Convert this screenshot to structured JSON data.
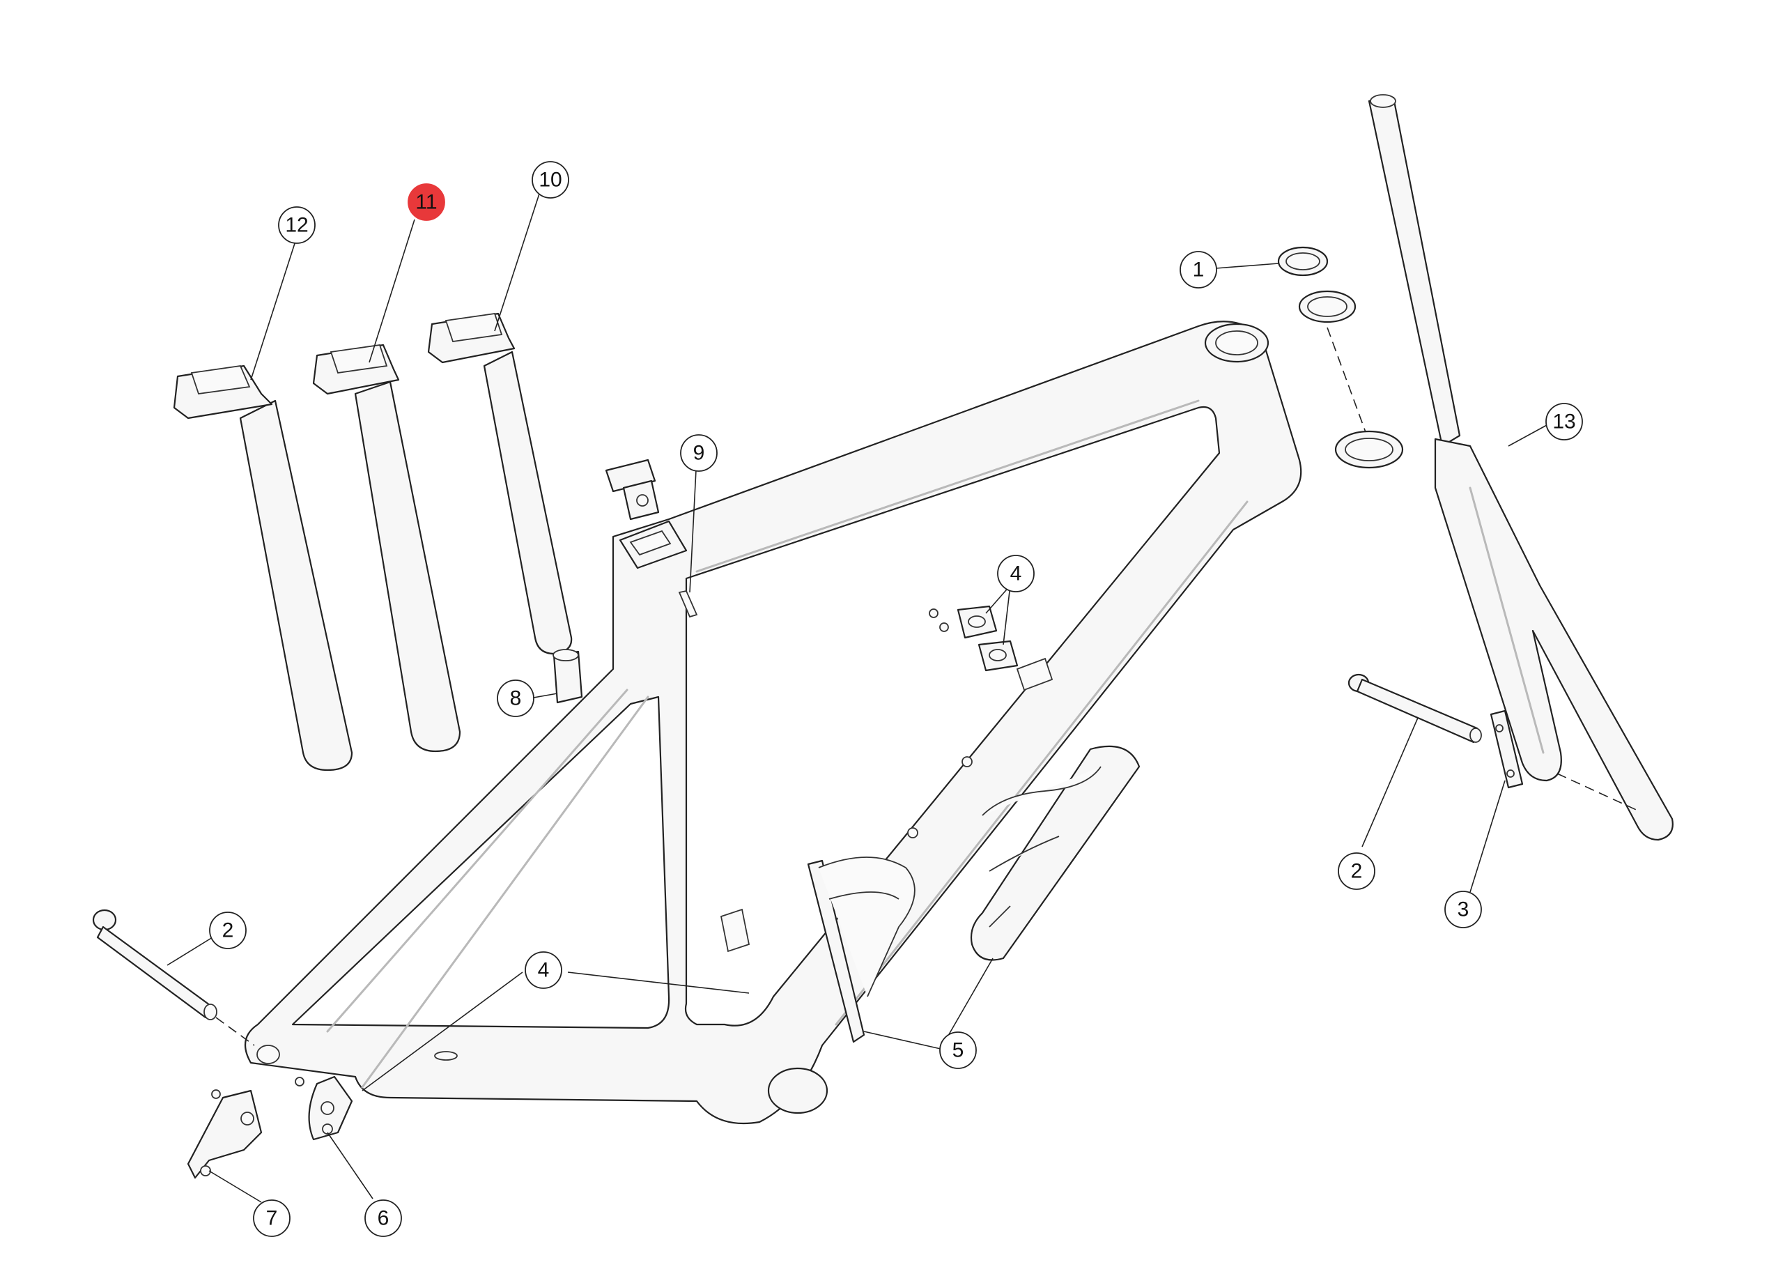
{
  "colors": {
    "background": "#ffffff",
    "line": "#222222",
    "part_fill": "#f7f7f7",
    "highlight": "#e8383a"
  },
  "callouts": [
    {
      "id": "c12",
      "label": "12",
      "highlighted": false
    },
    {
      "id": "c11",
      "label": "11",
      "highlighted": true
    },
    {
      "id": "c10",
      "label": "10",
      "highlighted": false
    },
    {
      "id": "c9",
      "label": "9",
      "highlighted": false
    },
    {
      "id": "c8",
      "label": "8",
      "highlighted": false
    },
    {
      "id": "c1",
      "label": "1",
      "highlighted": false
    },
    {
      "id": "c13",
      "label": "13",
      "highlighted": false
    },
    {
      "id": "c4a",
      "label": "4",
      "highlighted": false
    },
    {
      "id": "c4b",
      "label": "4",
      "highlighted": false
    },
    {
      "id": "c2a",
      "label": "2",
      "highlighted": false
    },
    {
      "id": "c2b",
      "label": "2",
      "highlighted": false
    },
    {
      "id": "c3",
      "label": "3",
      "highlighted": false
    },
    {
      "id": "c5",
      "label": "5",
      "highlighted": false
    },
    {
      "id": "c6",
      "label": "6",
      "highlighted": false
    },
    {
      "id": "c7",
      "label": "7",
      "highlighted": false
    }
  ]
}
